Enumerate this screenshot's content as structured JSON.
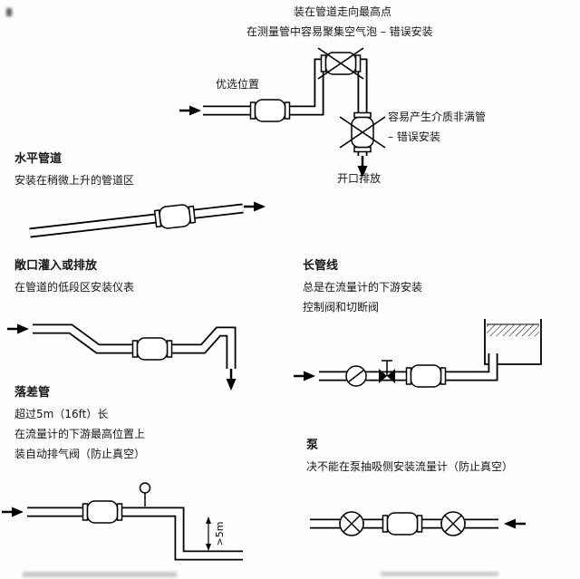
{
  "top_diagram": {
    "note_top_1": "装在管道走向最高点",
    "note_top_2": "在测量管中容易聚集空气泡 – 错误安装",
    "label_preferred": "优选位置",
    "note_right_1": "容易产生介质非满管",
    "note_right_2": "– 错误安装",
    "label_discharge": "开口排放"
  },
  "sections": {
    "horizontal_pipe": {
      "title": "水平管道",
      "lines": [
        "安装在稍微上升的管道区"
      ]
    },
    "open_fill": {
      "title": "敞口灌入或排放",
      "lines": [
        "在管道的低段区安装仪表"
      ]
    },
    "long_line": {
      "title": "长管线",
      "lines": [
        "总是在流量计的下游安装",
        "控制阀和切断阀"
      ]
    },
    "drop_pipe": {
      "title": "落差管",
      "lines": [
        "超过5m（16ft）长",
        "在流量计的下游最高位置上",
        "装自动排气阀（防止真空）"
      ],
      "height_label": ">5m"
    },
    "pump": {
      "title": "泵",
      "lines": [
        "决不能在泵抽吸侧安装流量计（防止真空）"
      ]
    }
  },
  "colors": {
    "ink": "#000000",
    "paper": "#fdfdfd"
  }
}
